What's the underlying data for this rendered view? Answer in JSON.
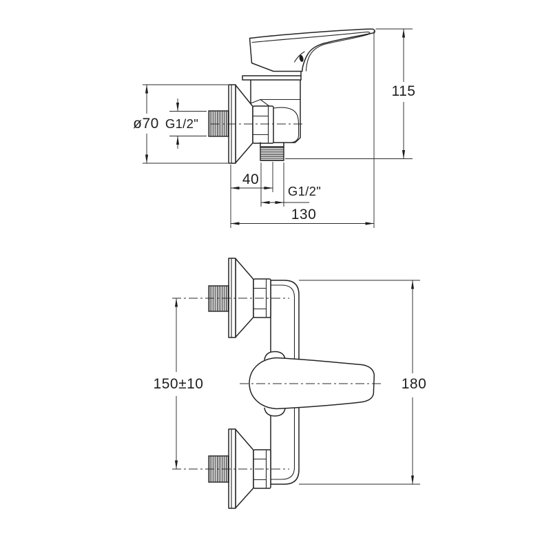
{
  "drawing": {
    "title": "shower-mixer-dimension-drawing",
    "colors": {
      "line": "#232323",
      "background": "#ffffff"
    },
    "side_view": {
      "dims": {
        "height": "115",
        "flange_diameter": "ø70",
        "inlet_thread": "G1/2\"",
        "outlet_offset": "40",
        "outlet_thread": "G1/2\"",
        "depth": "130"
      }
    },
    "front_view": {
      "dims": {
        "connection_spacing": "150±10",
        "overall_width": "180"
      }
    }
  }
}
